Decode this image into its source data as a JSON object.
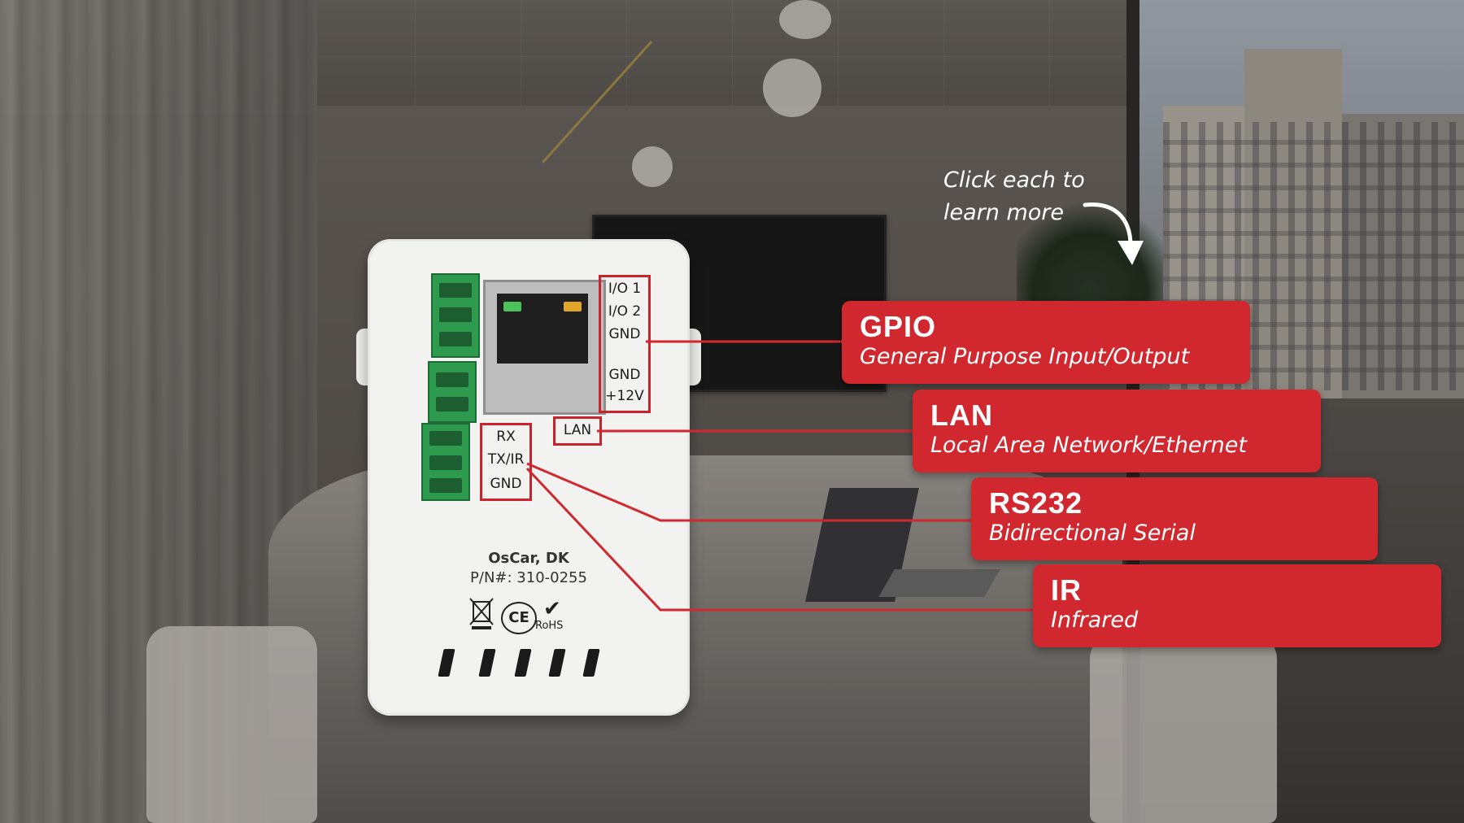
{
  "hint": {
    "line1": "Click each to",
    "line2": "learn more"
  },
  "device": {
    "pins_gpio": [
      "I/O 1",
      "I/O 2",
      "GND",
      "GND",
      "+12V"
    ],
    "pins_serial": [
      "RX",
      "TX/IR",
      "GND"
    ],
    "lan_label": "LAN",
    "brand": "OsCar, DK",
    "part_number": "P/N#: 310-0255",
    "ce_mark": "CE",
    "rohs_mark": "RoHS"
  },
  "callouts": [
    {
      "title": "GPIO",
      "subtitle": "General Purpose Input/Output"
    },
    {
      "title": "LAN",
      "subtitle": "Local Area Network/Ethernet"
    },
    {
      "title": "RS232",
      "subtitle": "Bidirectional Serial"
    },
    {
      "title": "IR",
      "subtitle": "Infrared"
    }
  ],
  "colors": {
    "accent": "#d0282e",
    "terminal_green": "#2e9a4e"
  }
}
